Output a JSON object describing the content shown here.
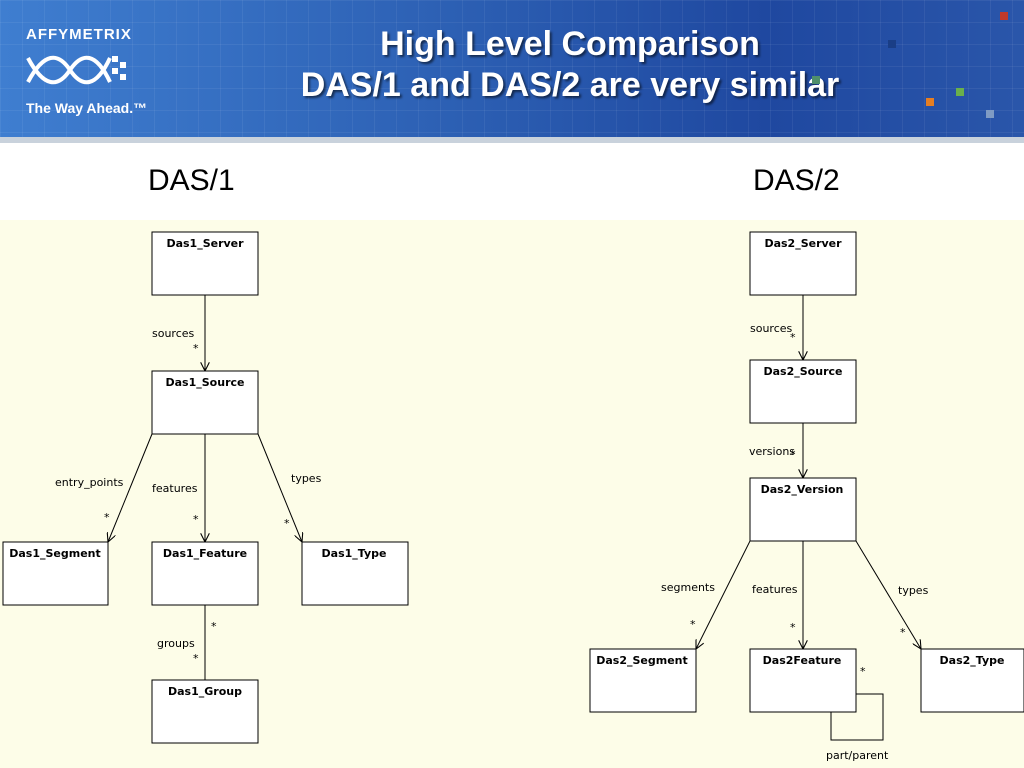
{
  "header": {
    "brand": "AFFYMETRIX",
    "tagline": "The Way Ahead.™",
    "title_line1": "High Level Comparison",
    "title_line2": "DAS/1 and DAS/2 are very similar"
  },
  "das1": {
    "heading": "DAS/1",
    "classes": {
      "server": "Das1_Server",
      "source": "Das1_Source",
      "segment": "Das1_Segment",
      "feature": "Das1_Feature",
      "type": "Das1_Type",
      "group": "Das1_Group"
    },
    "labels": {
      "sources": "sources",
      "entry_points": "entry_points",
      "features": "features",
      "types": "types",
      "groups": "groups",
      "multiplicity": "*"
    }
  },
  "das2": {
    "heading": "DAS/2",
    "classes": {
      "server": "Das2_Server",
      "source": "Das2_Source",
      "version": "Das2_Version",
      "segment": "Das2_Segment",
      "feature": "Das2Feature",
      "type": "Das2_Type"
    },
    "labels": {
      "sources": "sources",
      "versions": "versions",
      "segments": "segments",
      "features": "features",
      "types": "types",
      "part_parent": "part/parent",
      "multiplicity": "*"
    }
  },
  "colors": {
    "header_blue": "#2c5fb3",
    "diagram_background": "#fdfde8",
    "deco_red": "#c0392b",
    "deco_orange": "#e67e22",
    "deco_green": "#6ab04c"
  }
}
